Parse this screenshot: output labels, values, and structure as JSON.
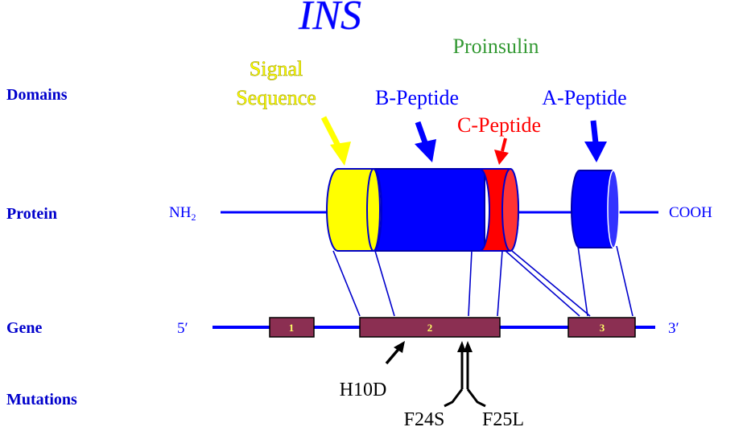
{
  "title": "INS",
  "proinsulin_label": "Proinsulin",
  "row_labels": {
    "domains": "Domains",
    "protein": "Protein",
    "gene": "Gene",
    "mutations": "Mutations"
  },
  "domains": {
    "signal_line1": "Signal",
    "signal_line2": "Sequence",
    "b_peptide": "B-Peptide",
    "c_peptide": "C-Peptide",
    "a_peptide": "A-Peptide"
  },
  "protein": {
    "n_terminus_main": "NH",
    "n_terminus_sub": "2",
    "c_terminus": "COOH"
  },
  "gene": {
    "five_prime": "5′",
    "three_prime": "3′",
    "exons": [
      "1",
      "2",
      "3"
    ]
  },
  "mutations": [
    "H10D",
    "F24S",
    "F25L"
  ],
  "colors": {
    "blue": "#0000ff",
    "label_blue": "#0000cc",
    "signal_yellow": "#ffff00",
    "c_peptide_red": "#ff0000",
    "proinsulin_green": "#339933",
    "exon_fill": "#8b2f52",
    "exon_text": "#ffff66"
  }
}
